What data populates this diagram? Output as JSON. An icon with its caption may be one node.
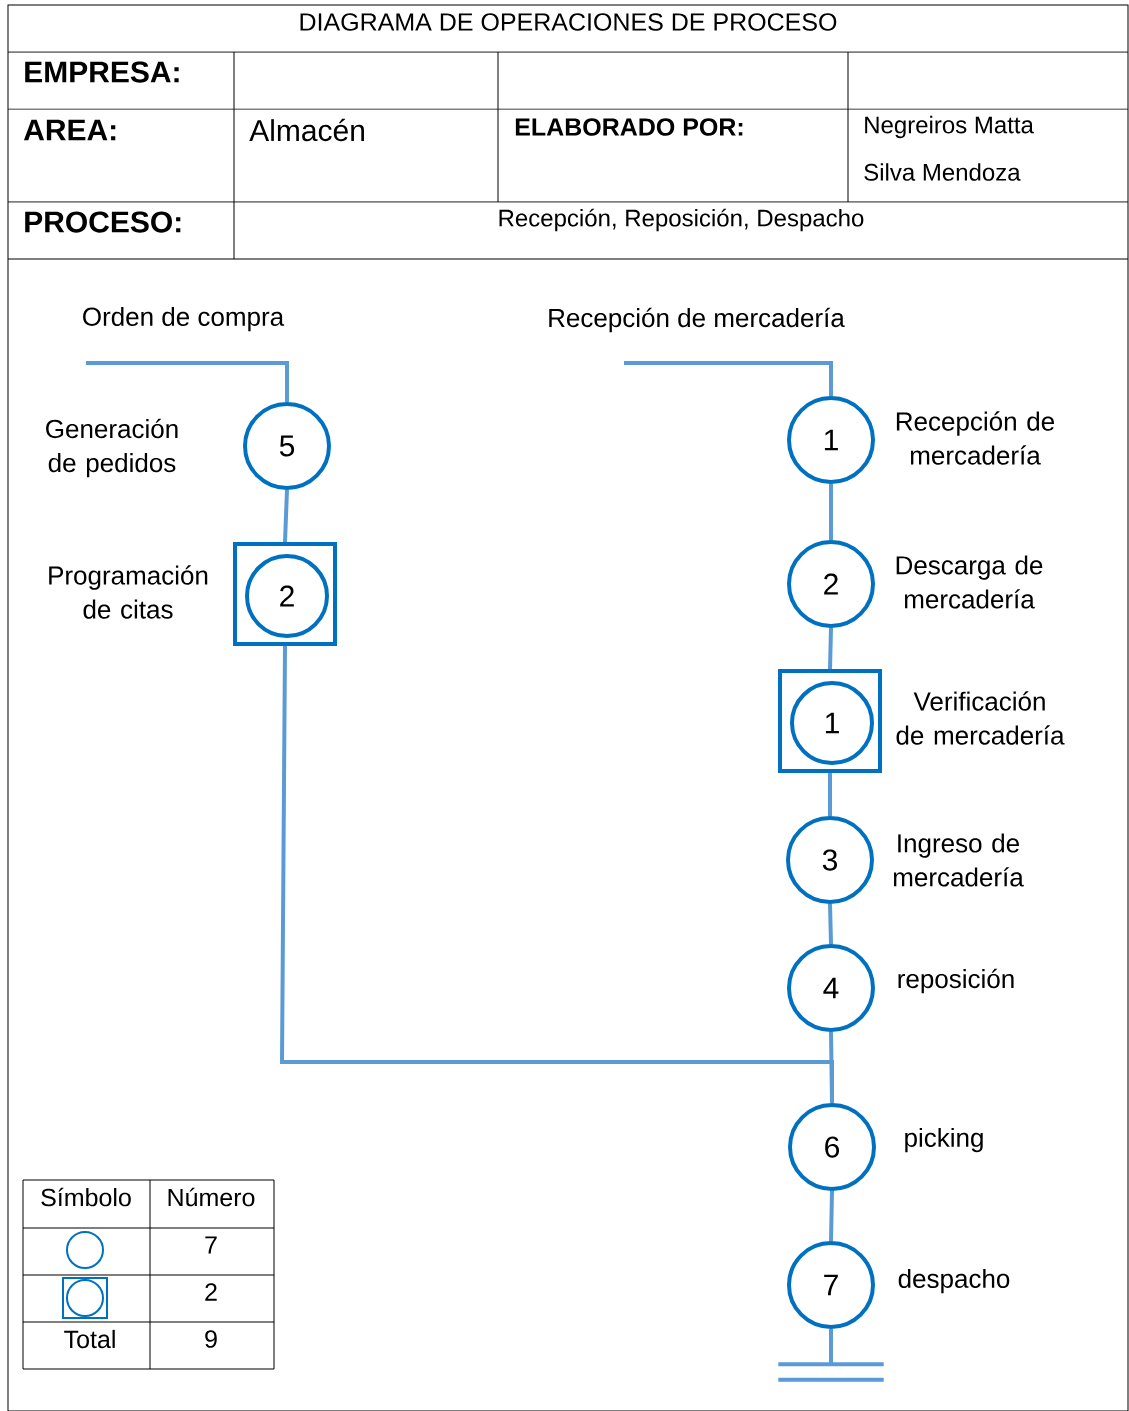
{
  "diagram": {
    "title": "DIAGRAMA DE OPERACIONES DE PROCESO",
    "nodes": [
      {
        "text": [
          "5"
        ],
        "beside": [
          "Generación de pedidos"
        ]
      },
      {
        "text": [],
        "shape": "box",
        "beside": [
          "Programación de citas"
        ]
      },
      {
        "text": [
          "2"
        ],
        "in": 1
      },
      {
        "text": [
          "1"
        ],
        "beside": [
          "Recepción de mercadería"
        ]
      },
      {
        "text": [
          "2"
        ],
        "beside": [
          "Descarga de mercadería"
        ]
      },
      {
        "text": [],
        "shape": "box",
        "beside": [
          "Verificación de mercadería"
        ]
      },
      {
        "text": [
          "1"
        ],
        "in": 5
      },
      {
        "text": [
          "3"
        ],
        "beside": [
          "Ingreso de mercadería"
        ]
      },
      {
        "text": [
          "4"
        ],
        "beside": [
          "reposición"
        ]
      },
      {
        "text": [
          "6"
        ],
        "beside": [
          "picking"
        ]
      },
      {
        "text": [
          "7"
        ],
        "beside": [
          "despacho"
        ]
      },
      {
        "text": [],
        "shape": "bar"
      }
    ],
    "edges": [
      {
        "from": null,
        "to": 0,
        "arrow": "none",
        "label": "Orden de compra"
      },
      {
        "from": 0,
        "to": 1,
        "arrow": "none"
      },
      {
        "from": null,
        "to": 3,
        "arrow": "none",
        "label": "Recepción de mercadería"
      },
      {
        "from": 3,
        "to": 4,
        "arrow": "none"
      },
      {
        "from": 4,
        "to": 5,
        "arrow": "none"
      },
      {
        "from": 5,
        "to": 7,
        "arrow": "none"
      },
      {
        "from": 7,
        "to": 8,
        "arrow": "none"
      },
      {
        "from": 8,
        "to": 9,
        "arrow": "none"
      },
      {
        "from": 1,
        "to": 9,
        "arrow": "none"
      },
      {
        "from": 9,
        "to": 10,
        "arrow": "none"
      },
      {
        "from": 10,
        "to": 11,
        "arrow": "none"
      }
    ],
    "labels": [
      "EMPRESA:",
      "AREA:",
      "Almacén",
      "ELABORADO POR:",
      "Negreiros Matta",
      "Silva Mendoza",
      "PROCESO:",
      "Recepción, Reposición, Despacho",
      "Símbolo",
      "Número",
      "7",
      "2",
      "Total",
      "9"
    ]
  }
}
